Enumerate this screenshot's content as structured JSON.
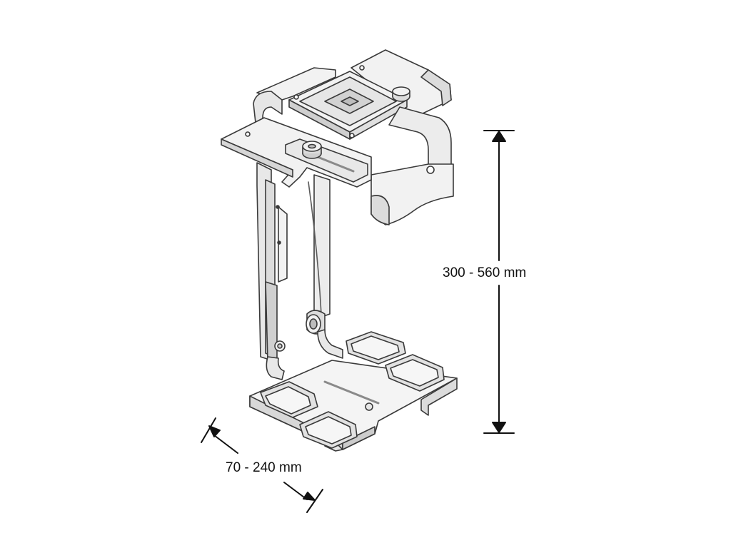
{
  "dimensions": {
    "height_range": "300 - 560 mm",
    "width_range": "70 - 240 mm"
  },
  "colors": {
    "line": "#3a3a3a",
    "fill_light": "#f2f2f2",
    "fill_mid": "#dcdcdc",
    "fill_dark": "#bdbdbd",
    "arrow": "#111111"
  },
  "illustration": {
    "subject": "under-desk computer holder bracket",
    "icons": [
      "knob-icon",
      "rubber-pad-icon"
    ]
  }
}
